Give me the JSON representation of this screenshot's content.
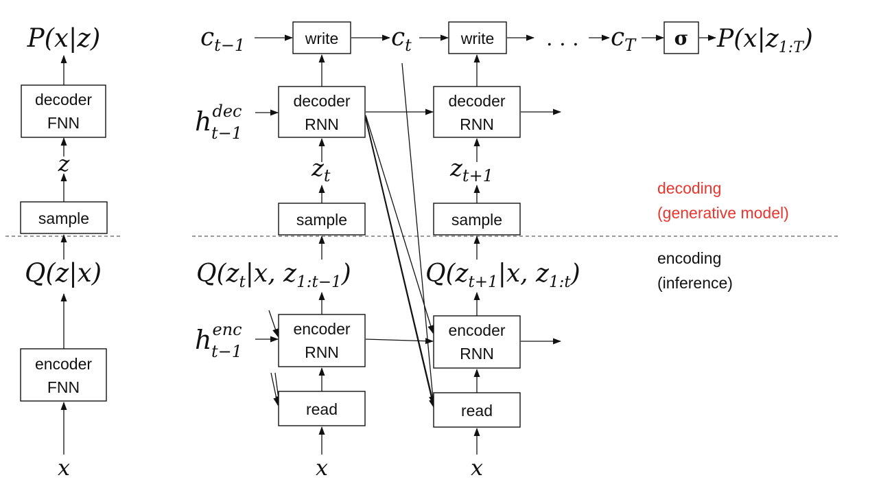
{
  "colors": {
    "decoding": "#e8352e",
    "encoding": "#111111",
    "ink": "#111111"
  },
  "vae": {
    "top_dist": "P(x|z)",
    "decoder": [
      "decoder",
      "FNN"
    ],
    "latent": "z",
    "sample": "sample",
    "posterior": "Q(z|x)",
    "encoder": [
      "encoder",
      "FNN"
    ],
    "input": "x"
  },
  "canvas_row": {
    "c_prev": "c",
    "c_prev_sub": "t−1",
    "write": "write",
    "c_t": "c",
    "c_t_sub": "t",
    "dots": ". . .",
    "c_T": "c",
    "c_T_sub": "T",
    "sigma": "σ",
    "out_head": "P(x|z",
    "out_sub": "1:T",
    "out_tail": ")"
  },
  "step_t": {
    "h_dec": "h",
    "h_dec_sup": "dec",
    "h_dec_sub": "t−1",
    "decoder": [
      "decoder",
      "RNN"
    ],
    "z": "z",
    "z_sub": "t",
    "sample": "sample",
    "q_head": "Q(z",
    "q_sub1": "t",
    "q_mid": "|x, z",
    "q_sub2": "1:t−1",
    "q_tail": ")",
    "h_enc": "h",
    "h_enc_sup": "enc",
    "h_enc_sub": "t−1",
    "encoder": [
      "encoder",
      "RNN"
    ],
    "read": "read",
    "input": "x"
  },
  "step_t1": {
    "decoder": [
      "decoder",
      "RNN"
    ],
    "z": "z",
    "z_sub": "t+1",
    "sample": "sample",
    "q_head": "Q(z",
    "q_sub1": "t+1",
    "q_mid": "|x, z",
    "q_sub2": "1:t",
    "q_tail": ")",
    "encoder": [
      "encoder",
      "RNN"
    ],
    "read": "read",
    "input": "x"
  },
  "legend": {
    "decoding": [
      "decoding",
      "(generative model)"
    ],
    "encoding": [
      "encoding",
      "(inference)"
    ]
  }
}
